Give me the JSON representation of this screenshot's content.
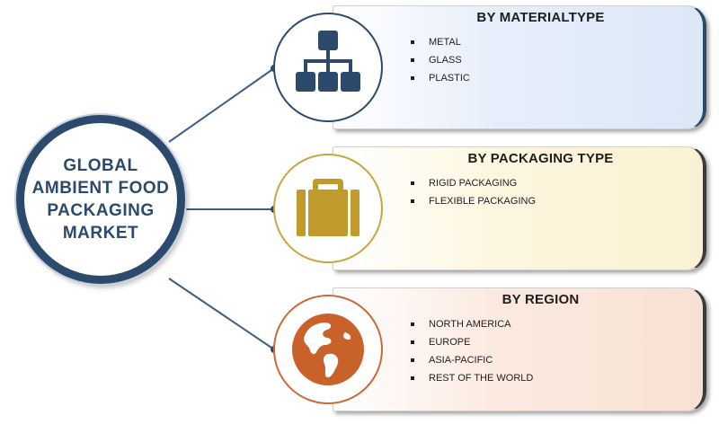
{
  "hub": {
    "title": "GLOBAL\nAMBIENT  FOOD\nPACKAGING\nMARKET"
  },
  "segments": [
    {
      "title": "BY MATERIALTYPE",
      "icon": "hierarchy-icon",
      "color": "#2c4a6b",
      "items": [
        "METAL",
        "GLASS",
        "PLASTIC"
      ]
    },
    {
      "title": "BY PACKAGING  TYPE",
      "icon": "briefcase-icon",
      "color": "#c09a2a",
      "items": [
        "RIGID PACKAGING",
        "FLEXIBLE  PACKAGING"
      ]
    },
    {
      "title": "BY REGION",
      "icon": "globe-icon",
      "color": "#c9612a",
      "items": [
        "NORTH AMERICA",
        "EUROPE",
        "ASIA-PACIFIC",
        "REST OF THE WORLD"
      ]
    }
  ]
}
